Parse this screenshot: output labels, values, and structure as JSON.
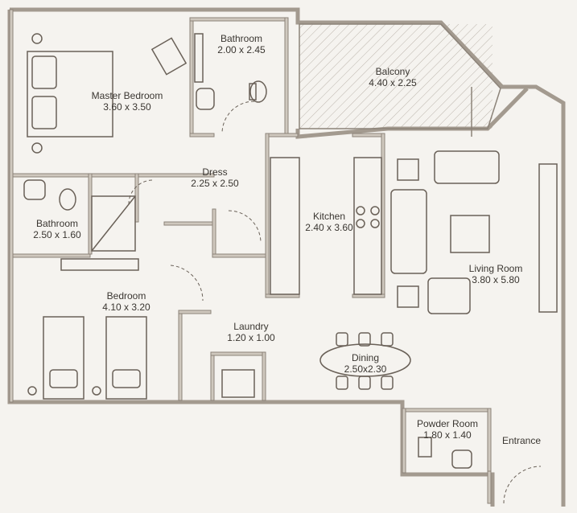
{
  "rooms": {
    "master_bedroom": {
      "name": "Master Bedroom",
      "size": "3.60 x 3.50"
    },
    "bathroom_top": {
      "name": "Bathroom",
      "size": "2.00 x 2.45"
    },
    "balcony": {
      "name": "Balcony",
      "size": "4.40 x 2.25"
    },
    "dress": {
      "name": "Dress",
      "size": "2.25 x 2.50"
    },
    "kitchen": {
      "name": "Kitchen",
      "size": "2.40 x 3.60"
    },
    "bathroom_left": {
      "name": "Bathroom",
      "size": "2.50 x 1.60"
    },
    "living_room": {
      "name": "Living Room",
      "size": "3.80 x 5.80"
    },
    "bedroom": {
      "name": "Bedroom",
      "size": "4.10 x 3.20"
    },
    "laundry": {
      "name": "Laundry",
      "size": "1.20 x 1.00"
    },
    "dining": {
      "name": "Dining",
      "size": "2.50x2.30"
    },
    "powder_room": {
      "name": "Powder Room",
      "size": "1.80 x 1.40"
    },
    "entrance": {
      "name": "Entrance"
    }
  },
  "colors": {
    "wall": "#a39a8f",
    "wall_fill": "#cfc8be",
    "line": "#5a524a",
    "background": "#f5f3ef",
    "text": "#3a3631"
  }
}
